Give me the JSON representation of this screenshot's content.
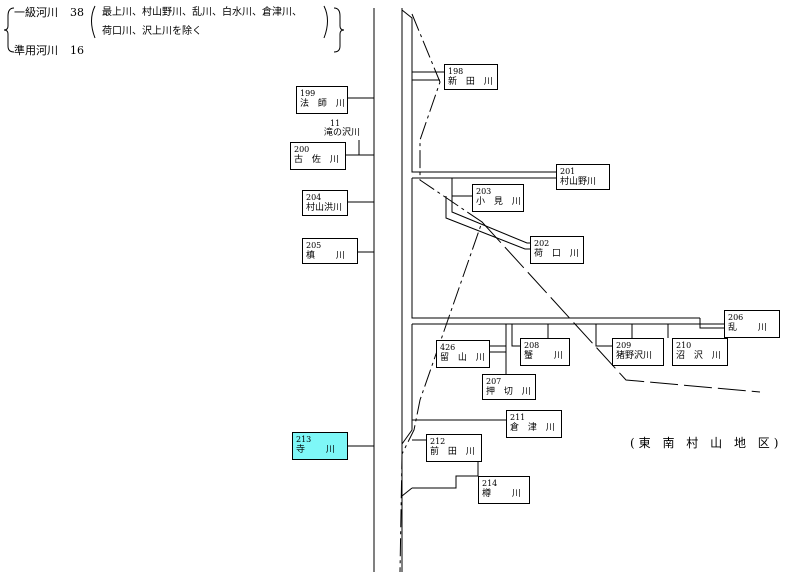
{
  "legend": {
    "class1_label": "一級河川",
    "class1_count": "38",
    "class1_note_line1": "最上川、村山野川、乱川、白水川、倉津川、",
    "class1_note_line2": "荷口川、沢上川を除く",
    "quasi_label": "準用河川",
    "quasi_count": "16"
  },
  "district_label": "(東 南 村 山 地 区)",
  "rivers": [
    {
      "id": "r198",
      "num": "198",
      "name": "新 田 川"
    },
    {
      "id": "r199",
      "num": "199",
      "name": "法 師 川"
    },
    {
      "id": "r200",
      "num": "200",
      "name": "古 佐 川"
    },
    {
      "id": "r201",
      "num": "201",
      "name": "村山野川"
    },
    {
      "id": "r202",
      "num": "202",
      "name": "荷 口 川"
    },
    {
      "id": "r203",
      "num": "203",
      "name": "小 見 川"
    },
    {
      "id": "r204",
      "num": "204",
      "name": "村山洪川"
    },
    {
      "id": "r205",
      "num": "205",
      "name": "槙　 川"
    },
    {
      "id": "r206",
      "num": "206",
      "name": "乱　 川"
    },
    {
      "id": "r207",
      "num": "207",
      "name": "押 切 川"
    },
    {
      "id": "r208",
      "num": "208",
      "name": "蟹　 川"
    },
    {
      "id": "r209",
      "num": "209",
      "name": "猪野沢川"
    },
    {
      "id": "r210",
      "num": "210",
      "name": "沼 沢 川"
    },
    {
      "id": "r211",
      "num": "211",
      "name": "倉 津 川"
    },
    {
      "id": "r212",
      "num": "212",
      "name": "前 田 川"
    },
    {
      "id": "r213",
      "num": "213",
      "name": "寺　 川"
    },
    {
      "id": "r214",
      "num": "214",
      "name": "樽　 川"
    },
    {
      "id": "r426",
      "num": "426",
      "name": "留 山 川"
    }
  ],
  "tributary_11": {
    "num": "11",
    "name": "滝の沢川"
  },
  "colors": {
    "line": "#000000",
    "highlight": "#7ef7f7"
  }
}
